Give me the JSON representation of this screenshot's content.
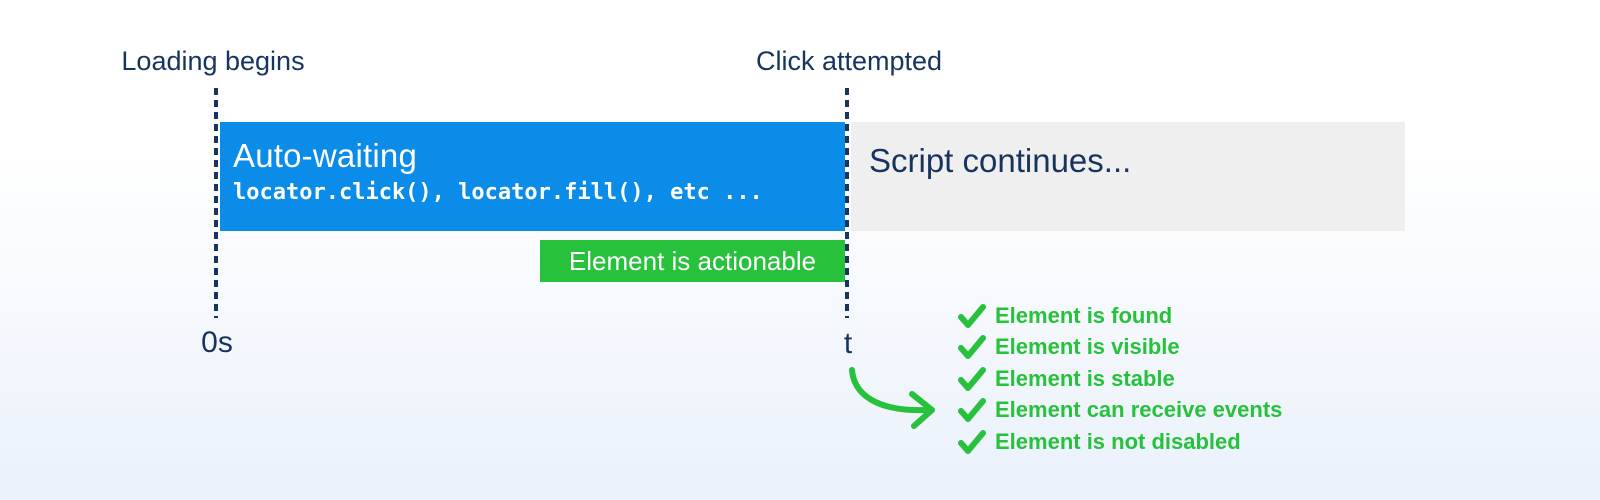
{
  "timeline": {
    "loading_label": "Loading begins",
    "click_label": "Click attempted",
    "start_tick": "0s",
    "end_tick": "t"
  },
  "auto_wait_box": {
    "title": "Auto-waiting",
    "code": "locator.click(), locator.fill(), etc ..."
  },
  "script_box": {
    "label": "Script continues..."
  },
  "actionable_badge": {
    "label": "Element is actionable"
  },
  "checklist": {
    "items": [
      "Element is found",
      "Element is visible",
      "Element is stable",
      "Element can receive events",
      "Element is not disabled"
    ]
  },
  "icons": {
    "check": "checkmark-icon",
    "arrow": "curved-arrow-icon"
  },
  "colors": {
    "navy": "#17345f",
    "blue": "#0b8ce9",
    "gray": "#efefef",
    "green": "#27c13c",
    "white": "#ffffff",
    "bg-top": "#ffffff",
    "bg-bottom": "#eaf1fb"
  }
}
